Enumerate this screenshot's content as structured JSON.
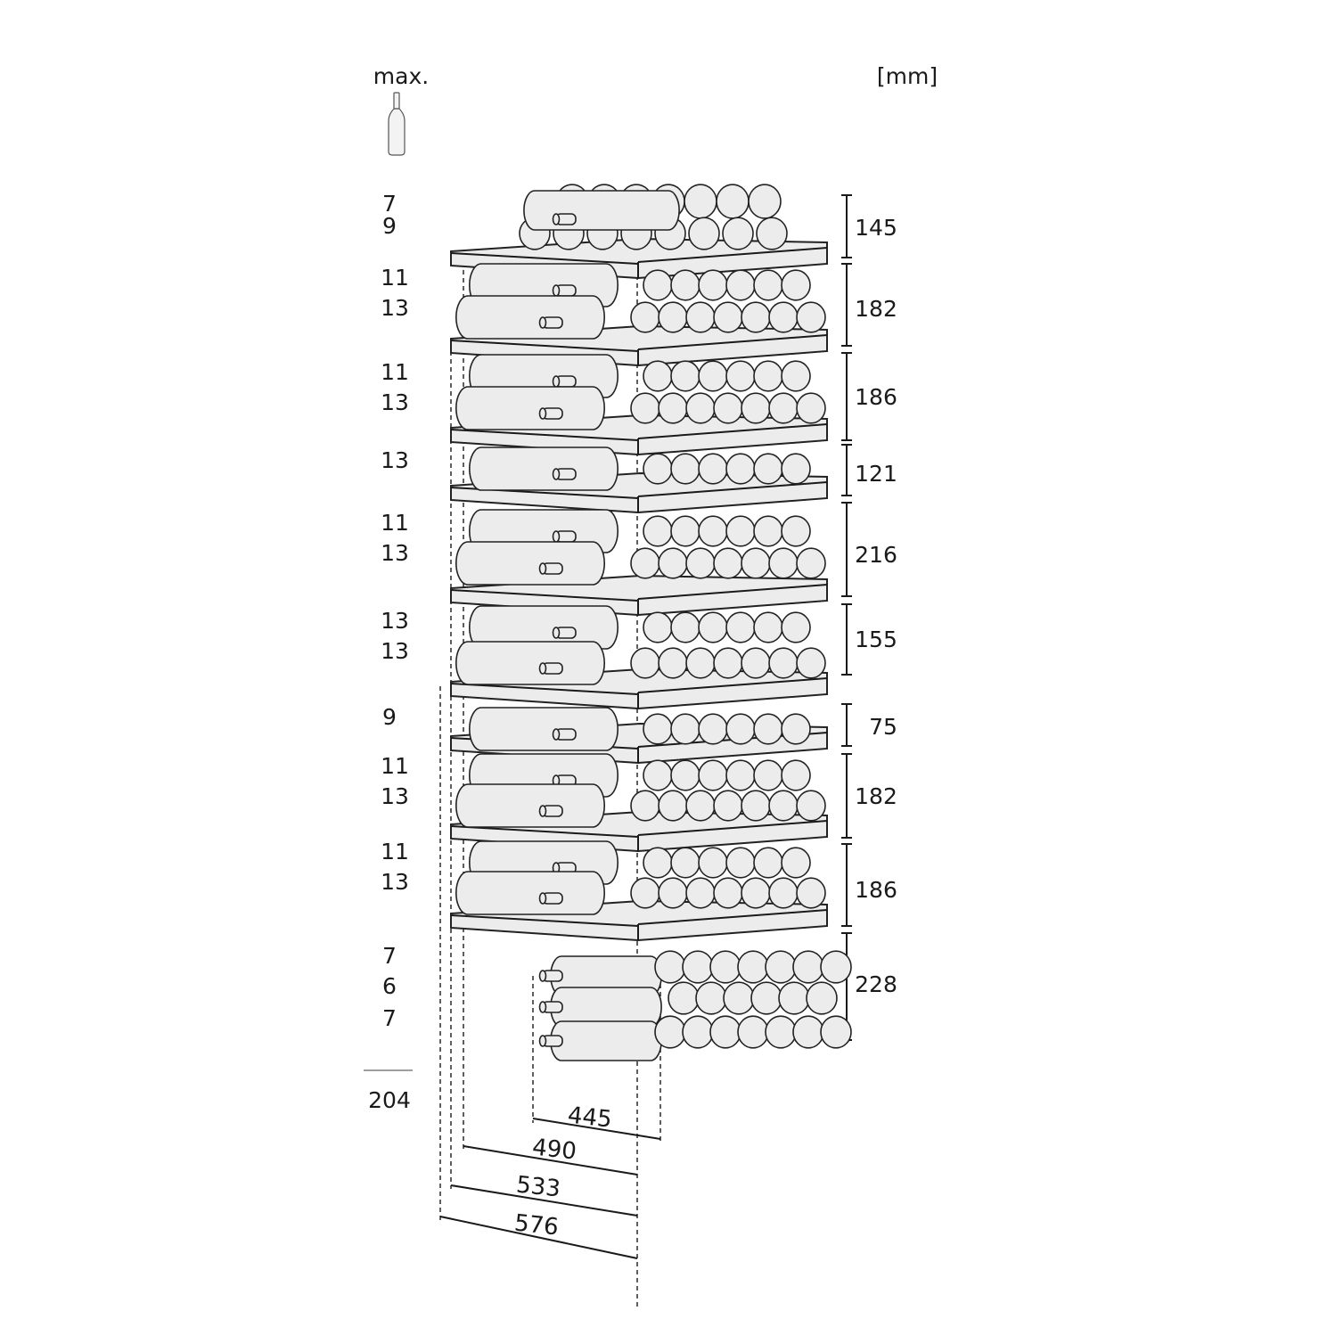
{
  "header": {
    "max_label": "max.",
    "unit_label": "[mm]"
  },
  "icons": {
    "bottle": "wine-bottle-icon"
  },
  "levels": [
    {
      "counts": [
        "7",
        "9"
      ],
      "height": "145"
    },
    {
      "counts": [
        "11",
        "13"
      ],
      "height": "182"
    },
    {
      "counts": [
        "11",
        "13"
      ],
      "height": "186"
    },
    {
      "counts": [
        "13"
      ],
      "height": "121"
    },
    {
      "counts": [
        "11",
        "13"
      ],
      "height": "216"
    },
    {
      "counts": [
        "13",
        "13"
      ],
      "height": "155"
    },
    {
      "counts": [
        "9"
      ],
      "height": "75"
    },
    {
      "counts": [
        "11",
        "13"
      ],
      "height": "182"
    },
    {
      "counts": [
        "11",
        "13"
      ],
      "height": "186"
    },
    {
      "counts": [
        "7",
        "6",
        "7"
      ],
      "height": "228"
    }
  ],
  "total": "204",
  "depths": [
    "445",
    "490",
    "533",
    "576"
  ],
  "colors": {
    "line": "#1a1a1a",
    "bottle_fill": "#ececec"
  }
}
